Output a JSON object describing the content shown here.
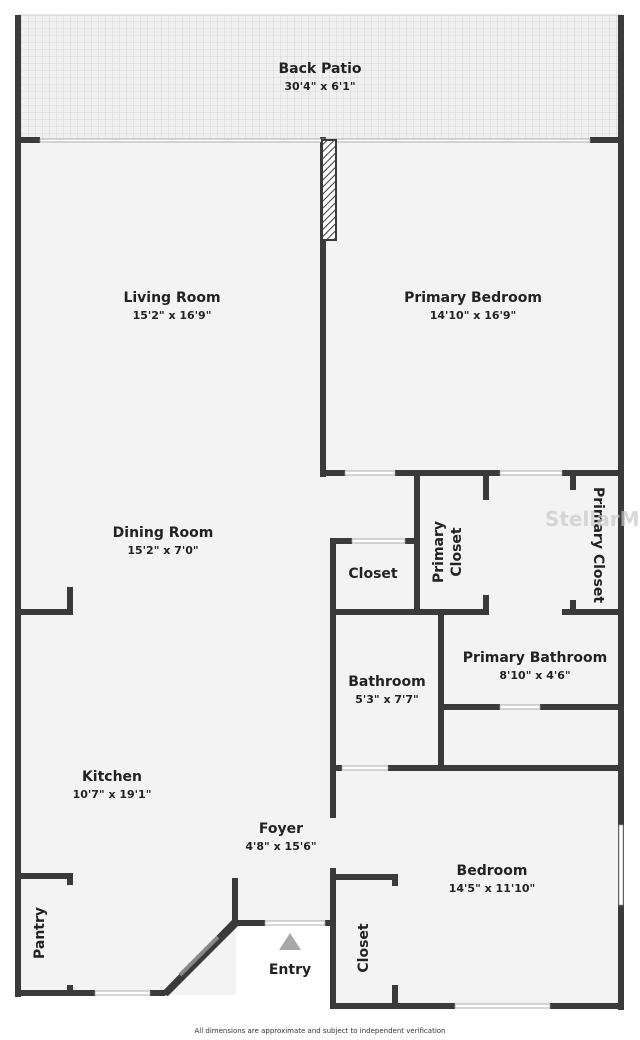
{
  "colors": {
    "wall": "#3a3a3a",
    "floor": "#f3f3f3",
    "patio": "#ececec",
    "entry_marker": "#a8a8a8"
  },
  "rooms": {
    "back_patio": {
      "name": "Back Patio",
      "dim": "30'4\" x 6'1\""
    },
    "living_room": {
      "name": "Living Room",
      "dim": "15'2\" x 16'9\""
    },
    "primary_bedroom": {
      "name": "Primary Bedroom",
      "dim": "14'10\" x 16'9\""
    },
    "dining_room": {
      "name": "Dining Room",
      "dim": "15'2\" x 7'0\""
    },
    "closet_hall": {
      "name": "Closet"
    },
    "primary_closet_1": {
      "name": "Primary\nCloset"
    },
    "primary_closet_2": {
      "name": "Primary Closet"
    },
    "bathroom": {
      "name": "Bathroom",
      "dim": "5'3\" x 7'7\""
    },
    "primary_bathroom": {
      "name": "Primary Bathroom",
      "dim": "8'10\" x 4'6\""
    },
    "kitchen": {
      "name": "Kitchen",
      "dim": "10'7\" x 19'1\""
    },
    "foyer": {
      "name": "Foyer",
      "dim": "4'8\" x 15'6\""
    },
    "bedroom": {
      "name": "Bedroom",
      "dim": "14'5\" x 11'10\""
    },
    "pantry": {
      "name": "Pantry"
    },
    "closet_bedroom": {
      "name": "Closet"
    },
    "entry": {
      "name": "Entry"
    }
  },
  "watermark": "StellarMLS",
  "footer_note": "All dimensions are approximate and subject to independent verification"
}
